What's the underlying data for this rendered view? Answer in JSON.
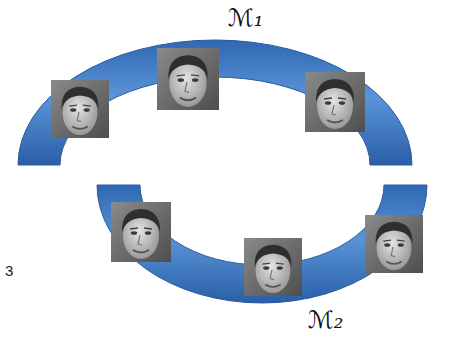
{
  "diagram": {
    "nodes": [
      {
        "text": [
          "ℳ₁"
        ]
      },
      {
        "text": [
          "ℳ₂"
        ]
      }
    ],
    "labels": [
      "3"
    ]
  }
}
